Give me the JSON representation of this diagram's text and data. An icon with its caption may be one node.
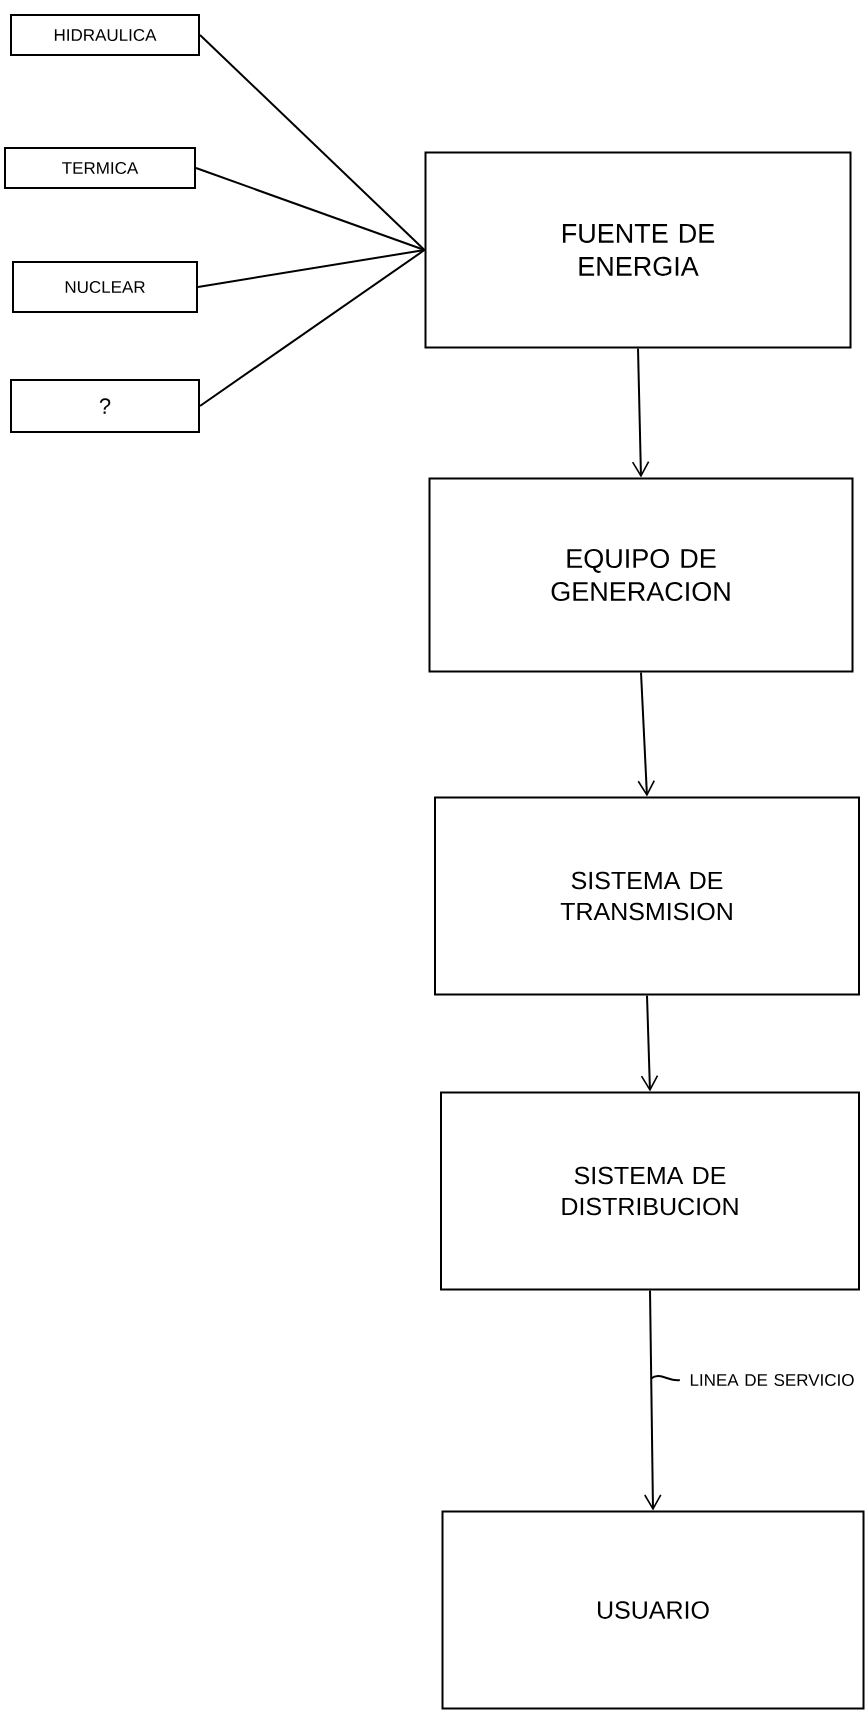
{
  "diagram": {
    "nodes": [
      {
        "text": [
          "HIDRAULICA"
        ]
      },
      {
        "text": [
          "TERMICA"
        ]
      },
      {
        "text": [
          "NUCLEAR"
        ]
      },
      {
        "text": [
          "?"
        ]
      },
      {
        "text": [
          "FUENTE DE ENERGIA"
        ]
      },
      {
        "text": [
          "EQUIPO DE GENERACION"
        ]
      },
      {
        "text": [
          "SISTEMA DE TRANSMISION"
        ]
      },
      {
        "text": [
          "SISTEMA DE DISTRIBUCION"
        ]
      },
      {
        "text": [
          "USUARIO"
        ]
      },
      {
        "text": [
          "LINEA DE SERVICIO"
        ]
      }
    ],
    "edges": [
      {
        "from": 0,
        "to": 4,
        "arrow": "none"
      },
      {
        "from": 1,
        "to": 4,
        "arrow": "none"
      },
      {
        "from": 2,
        "to": 4,
        "arrow": "none"
      },
      {
        "from": 3,
        "to": 4,
        "arrow": "none"
      },
      {
        "from": 4,
        "to": 5,
        "arrow": "to"
      },
      {
        "from": 5,
        "to": 6,
        "arrow": "to"
      },
      {
        "from": 6,
        "to": 7,
        "arrow": "to"
      },
      {
        "from": 7,
        "to": 8,
        "arrow": "to"
      },
      {
        "from": 9,
        "to": null,
        "arrow": "none"
      }
    ]
  }
}
